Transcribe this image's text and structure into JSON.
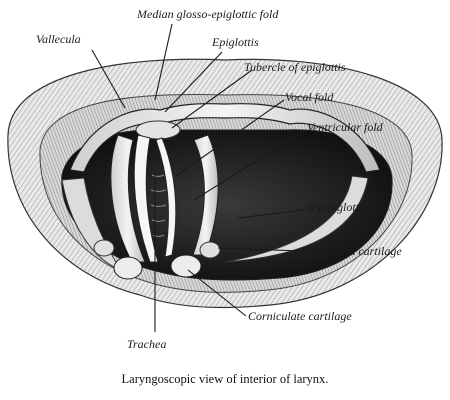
{
  "labels": {
    "median_glosso_epiglottic_fold": "Median glosso-epiglottic fold",
    "vallecula": "Vallecula",
    "epiglottis": "Epiglottis",
    "tubercle_of_epiglottis": "Tubercle of epiglottis",
    "vocal_fold": "Vocal fold",
    "ventricular_fold": "Ventricular fold",
    "aryepiglottic_fold": "Aryepiglottic fold",
    "cuneiform_cartilage": "Cuneiform cartilage",
    "corniculate_cartilage": "Corniculate cartilage",
    "trachea": "Trachea"
  },
  "caption": "Laryngoscopic view of interior of larynx."
}
